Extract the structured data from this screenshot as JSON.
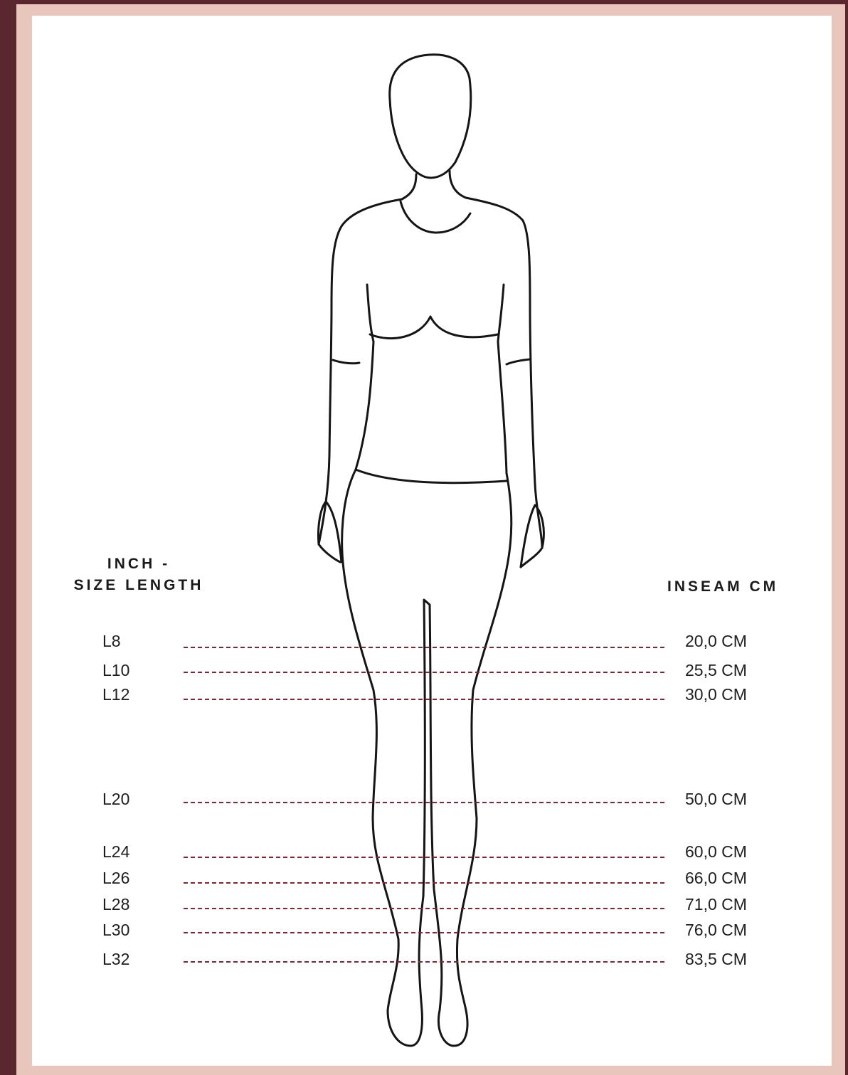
{
  "headers": {
    "left": [
      "INCH -",
      "SIZE LENGTH"
    ],
    "right": "INSEAM CM"
  },
  "colors": {
    "frame": "#5a2630",
    "background": "#e8c6bc",
    "panel": "#ffffff",
    "guide_line": "#8e2130"
  },
  "rows": [
    {
      "size": "L8",
      "inseam": "20,0 CM"
    },
    {
      "size": "L10",
      "inseam": "25,5 CM"
    },
    {
      "size": "L12",
      "inseam": "30,0 CM"
    },
    {
      "size": "L20",
      "inseam": "50,0 CM"
    },
    {
      "size": "L24",
      "inseam": "60,0 CM"
    },
    {
      "size": "L26",
      "inseam": "66,0 CM"
    },
    {
      "size": "L28",
      "inseam": "71,0 CM"
    },
    {
      "size": "L30",
      "inseam": "76,0 CM"
    },
    {
      "size": "L32",
      "inseam": "83,5 CM"
    }
  ]
}
